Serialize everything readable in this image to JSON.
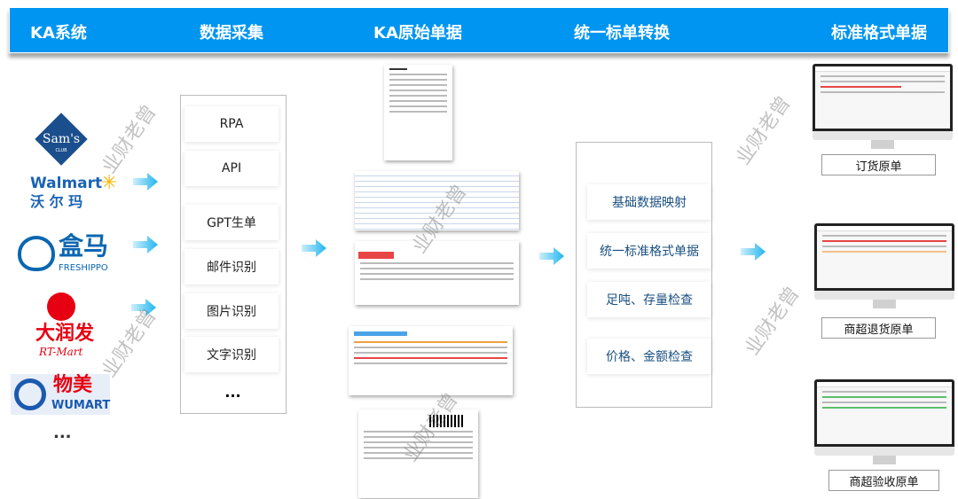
{
  "header": {
    "columns": [
      "KA系统",
      "数据采集",
      "KA原始单据",
      "统一标单转换",
      "标准格式单据"
    ],
    "color": "#0095f0"
  },
  "ka_systems": {
    "sams": {
      "name": "Sam's",
      "sub": "CLUB"
    },
    "walmart": {
      "en": "Walmart",
      "cn": "沃 尔 玛"
    },
    "freshippo": {
      "cn": "盒马",
      "en": "FRESHIPPO"
    },
    "rtmart": {
      "cn": "大润发",
      "en": "RT-Mart"
    },
    "wumart": {
      "cn": "物美",
      "en": "WUMART"
    },
    "more": "..."
  },
  "collection": {
    "items": [
      "RPA",
      "API",
      "GPT生单",
      "邮件识别",
      "图片识别",
      "文字识别"
    ],
    "more": "..."
  },
  "conversion": {
    "items": [
      "基础数据映射",
      "统一标准格式单据",
      "足吨、存量检查",
      "价格、金额检查"
    ]
  },
  "outputs": [
    "订货原单",
    "商超退货原单",
    "商超验收原单"
  ],
  "watermark": "业财老曾"
}
